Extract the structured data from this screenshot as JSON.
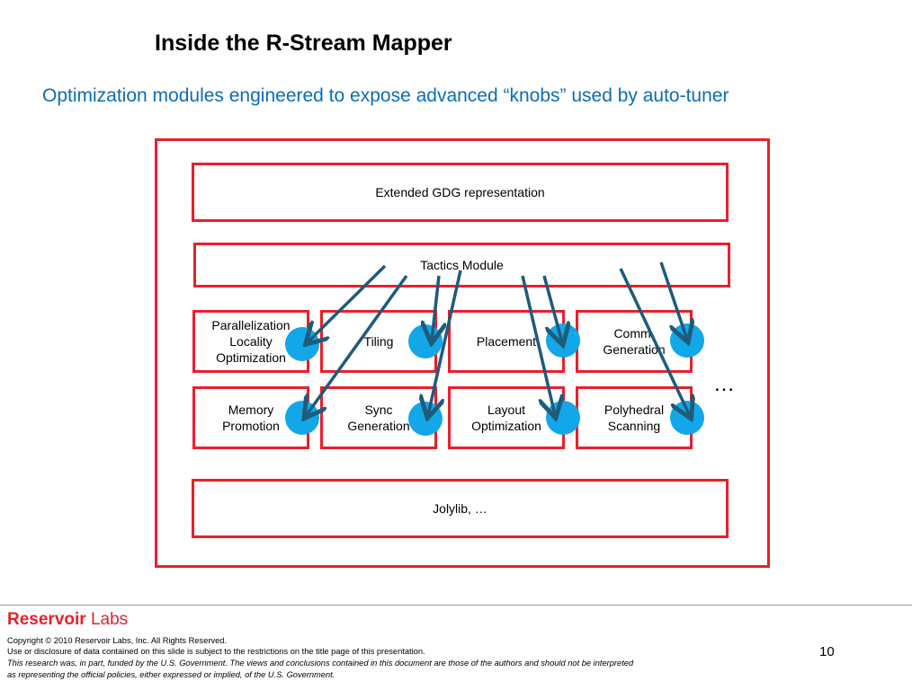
{
  "slide": {
    "title": "Inside the R-Stream Mapper",
    "subtitle": "Optimization modules engineered to expose advanced “knobs” used by auto-tuner",
    "page_number": "10"
  },
  "diagram": {
    "layers": {
      "gdg": "Extended GDG representation",
      "tactics": "Tactics Module",
      "jolylib": "Jolylib, …"
    },
    "modules": [
      {
        "label": "Parallelization\nLocality\nOptimization"
      },
      {
        "label": "Tiling"
      },
      {
        "label": "Placement"
      },
      {
        "label": "Comm.\nGeneration"
      },
      {
        "label": "Memory\nPromotion"
      },
      {
        "label": "Sync\nGeneration"
      },
      {
        "label": "Layout\nOptimization"
      },
      {
        "label": "Polyhedral\nScanning"
      }
    ],
    "more": "…",
    "colors": {
      "border": "#e8202a",
      "arrow": "#1f5b7a",
      "knob": "#12a7e9",
      "subtitle": "#0c6db3"
    }
  },
  "footer": {
    "brand_bold": "Reservoir",
    "brand_rest": " Labs",
    "copyright": "Copyright © 2010 Reservoir Labs, Inc.  All Rights Reserved.",
    "restriction": "Use or disclosure of data contained on this slide is subject to the restrictions on the title page of this presentation.",
    "funding_1": "This research was, in part, funded by the U.S. Government.  The views and conclusions contained in this document are those of the authors and should not be interpreted",
    "funding_2": "as representing the official policies, either expressed or implied, of the U.S. Government."
  }
}
